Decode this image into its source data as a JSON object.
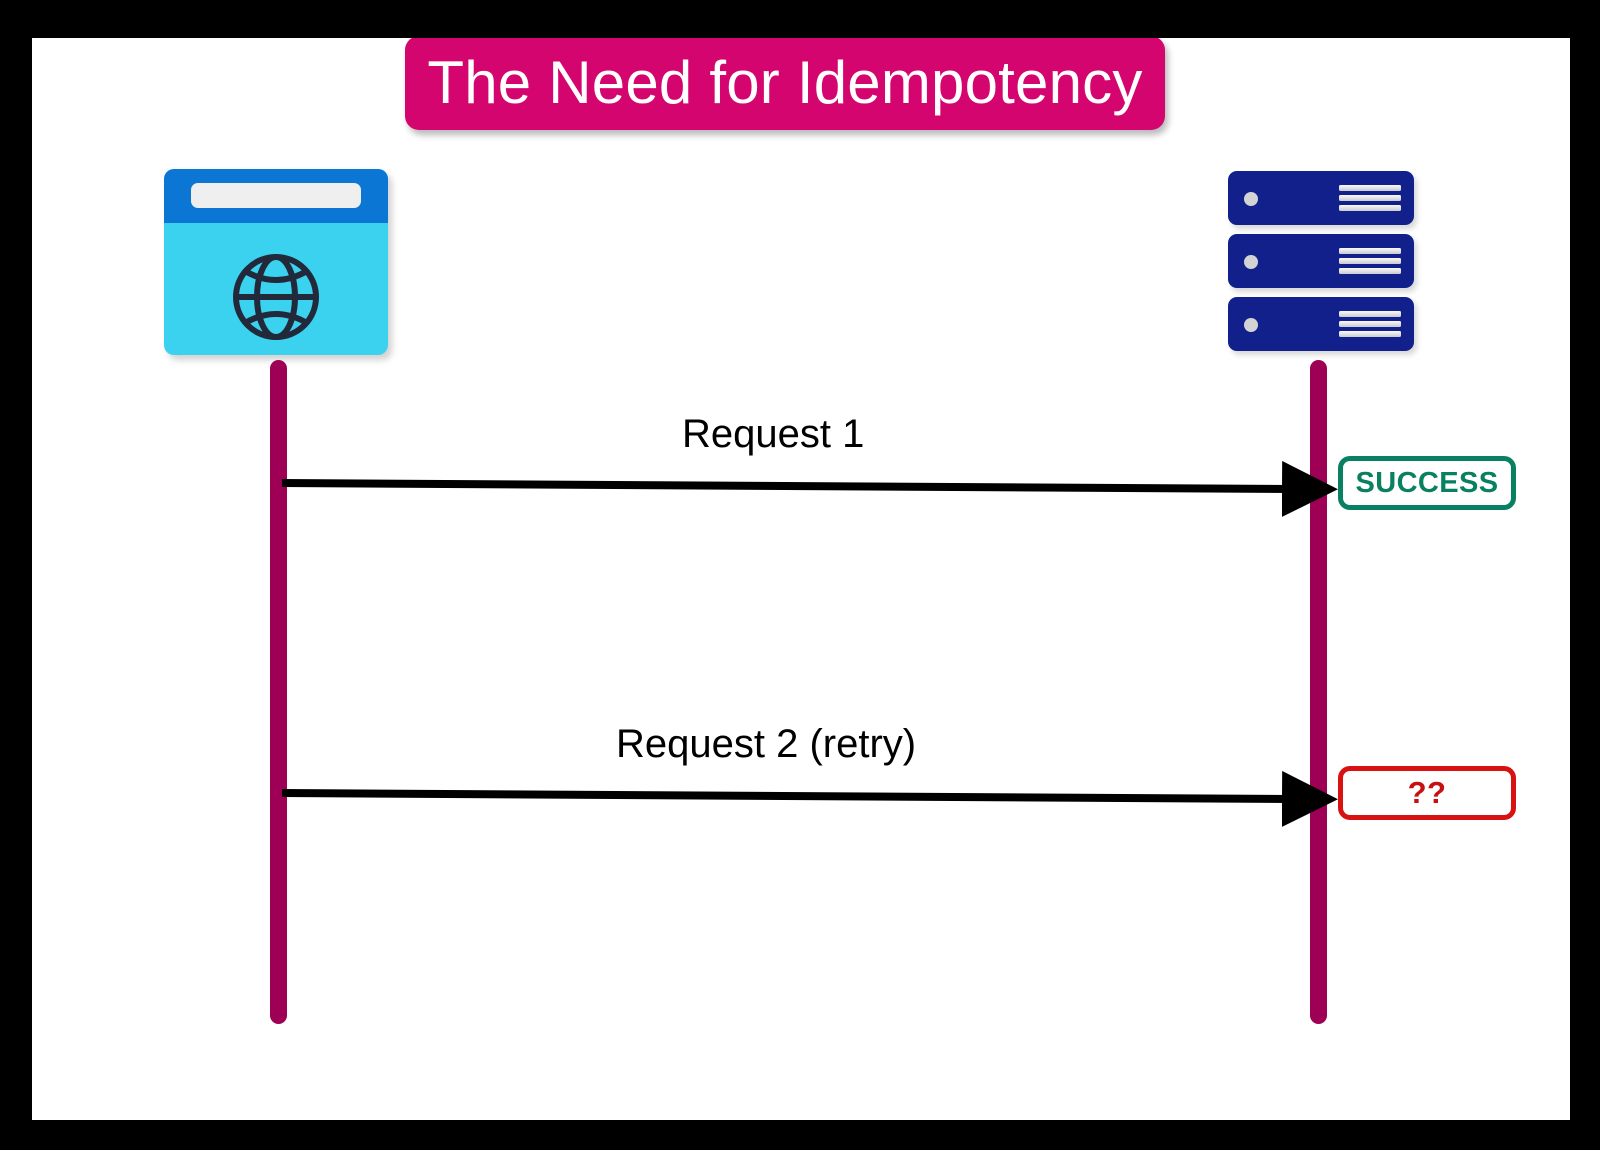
{
  "diagram": {
    "type": "sequence-diagram",
    "title": "The Need for Idempotency",
    "title_background_color": "#D4056F",
    "title_text_color": "#FFFFFF",
    "canvas_background_color": "#FFFFFF",
    "frame_color": "#000000"
  },
  "participants": [
    {
      "id": "client",
      "icon": "browser-globe-icon",
      "lifeline_color": "#9E0055",
      "colors": {
        "body": "#3BD2F0",
        "titlebar": "#0B76D3",
        "addressbar": "#EFEFF0",
        "globe": "#22293A"
      }
    },
    {
      "id": "server",
      "icon": "server-rack-icon",
      "lifeline_color": "#9E0055",
      "colors": {
        "chassis": "#11208A",
        "led": "#D3D3D6",
        "vents": "#E6E7EC"
      }
    }
  ],
  "messages": [
    {
      "label": "Request 1",
      "from": "client",
      "to": "server",
      "arrow_color": "#000000"
    },
    {
      "label": "Request 2 (retry)",
      "from": "client",
      "to": "server",
      "arrow_color": "#000000"
    }
  ],
  "status_badges": [
    {
      "label": "SUCCESS",
      "color": "#0A8062",
      "border_color": "#0A8062",
      "after_message": "Request 1"
    },
    {
      "label": "??",
      "color": "#C81010",
      "border_color": "#D81111",
      "after_message": "Request 2 (retry)"
    }
  ]
}
